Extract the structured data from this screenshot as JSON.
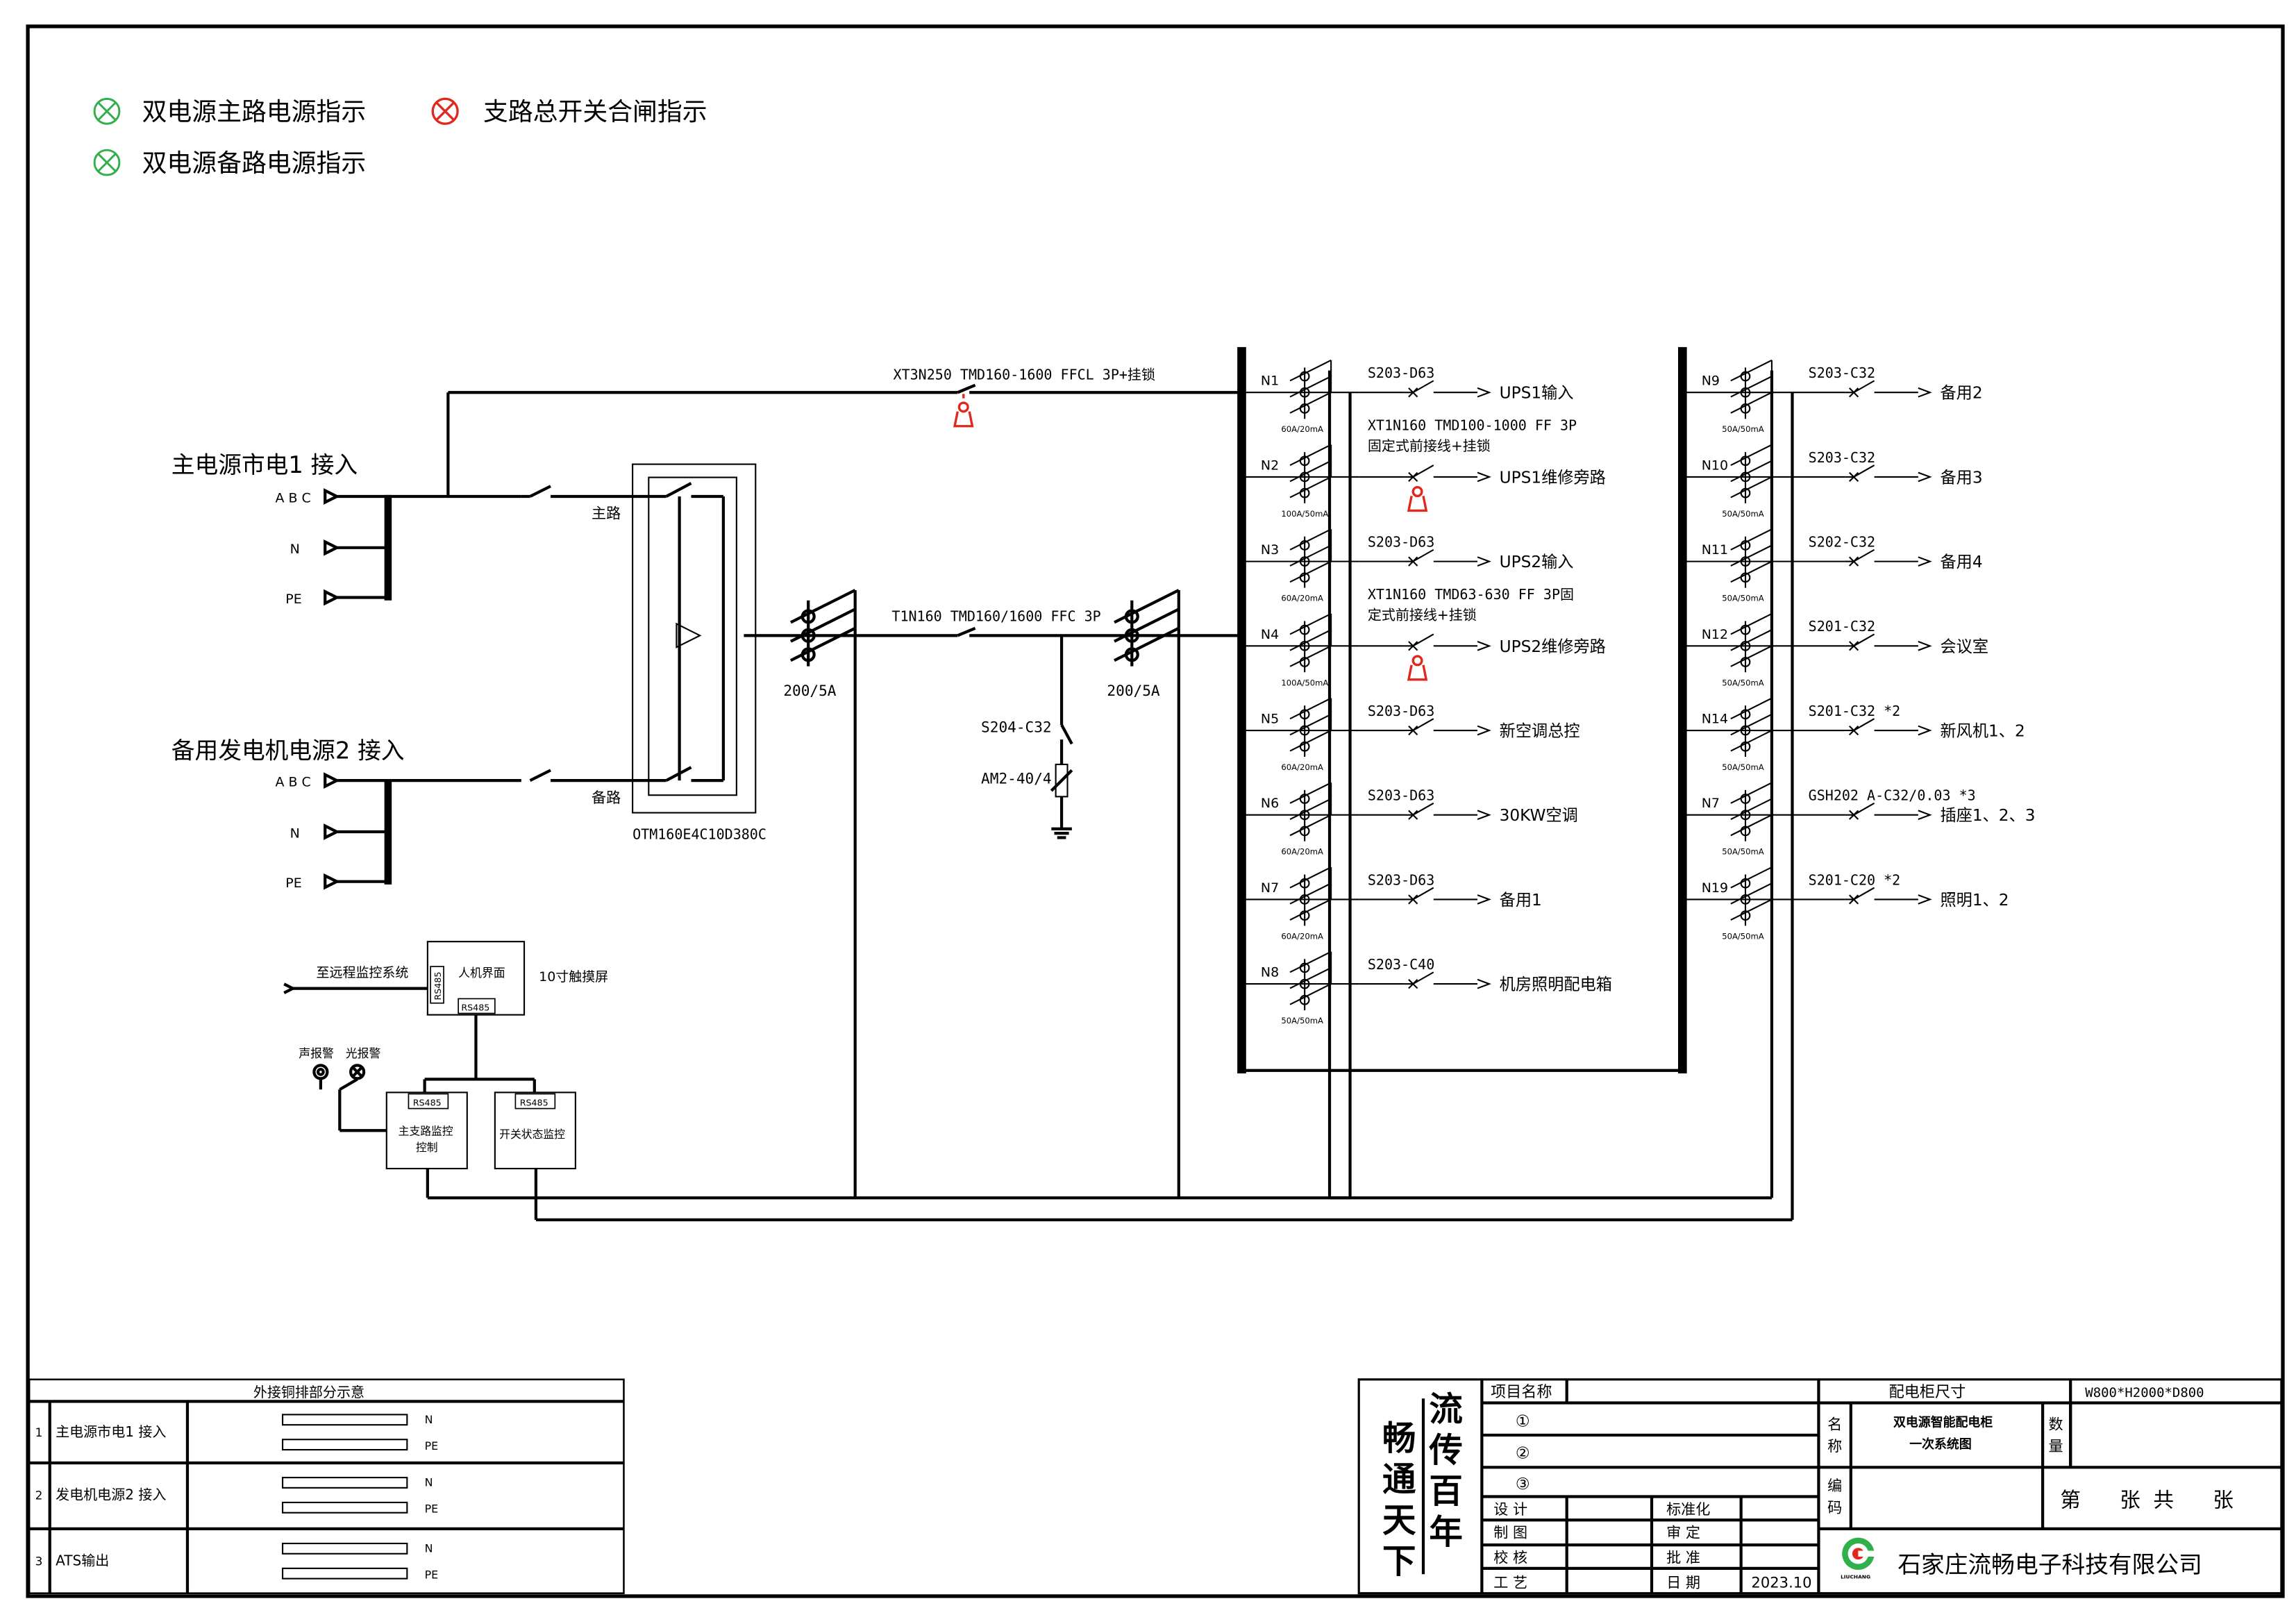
{
  "legend": {
    "main_power": "双电源主路电源指示",
    "backup_power": "双电源备路电源指示",
    "branch_close": "支路总开关合闸指示",
    "green": "#2fb04a",
    "red": "#e0281f"
  },
  "inputs": {
    "main_title": "主电源市电1  接入",
    "backup_title": "备用发电机电源2  接入",
    "abc": "A B C",
    "n": "N",
    "pe": "PE"
  },
  "ats": {
    "main_label": "主路",
    "backup_label": "备路",
    "model": "OTM160E4C10D380C"
  },
  "bypass_breaker": "XT3N250  TMD160-1600  FFCL  3P+挂锁",
  "main_breaker": "T1N160  TMD160/1600  FFC  3P",
  "ct_left": "200/5A",
  "ct_right": "200/5A",
  "spd": {
    "breaker": "S204-C32",
    "arrester": "AM2-40/4"
  },
  "monitoring": {
    "remote": "至远程监控系统",
    "hmi": "人机界面",
    "rs485": "RS485",
    "touch": "10寸触摸屏",
    "sound_alarm": "声报警",
    "light_alarm": "光报警",
    "main_branch_ctrl_1": "主支路监控",
    "main_branch_ctrl_2": "控制",
    "switch_monitor": "开关状态监控"
  },
  "circuits_left": [
    {
      "id": "N1",
      "ct": "60A/20mA",
      "breaker": "S203-D63",
      "dest": "UPS1输入"
    },
    {
      "id": "N2",
      "ct": "100A/50mA",
      "breaker_1": "XT1N160  TMD100-1000  FF  3P",
      "breaker_2": "固定式前接线+挂锁",
      "dest": "UPS1维修旁路"
    },
    {
      "id": "N3",
      "ct": "60A/20mA",
      "breaker": "S203-D63",
      "dest": "UPS2输入"
    },
    {
      "id": "N4",
      "ct": "100A/50mA",
      "breaker_1": "XT1N160  TMD63-630  FF  3P固",
      "breaker_2": "定式前接线+挂锁",
      "dest": "UPS2维修旁路"
    },
    {
      "id": "N5",
      "ct": "60A/20mA",
      "breaker": "S203-D63",
      "dest": "新空调总控"
    },
    {
      "id": "N6",
      "ct": "60A/20mA",
      "breaker": "S203-D63",
      "dest": "30KW空调"
    },
    {
      "id": "N7",
      "ct": "60A/20mA",
      "breaker": "S203-D63",
      "dest": "备用1"
    },
    {
      "id": "N8",
      "ct": "50A/50mA",
      "breaker": "S203-C40",
      "dest": "机房照明配电箱"
    }
  ],
  "circuits_right": [
    {
      "id": "N9",
      "ct": "50A/50mA",
      "breaker": "S203-C32",
      "dest": "备用2"
    },
    {
      "id": "N10",
      "ct": "50A/50mA",
      "breaker": "S203-C32",
      "dest": "备用3"
    },
    {
      "id": "N11",
      "ct": "50A/50mA",
      "breaker": "S202-C32",
      "dest": "备用4"
    },
    {
      "id": "N12",
      "ct": "50A/50mA",
      "breaker": "S201-C32",
      "dest": "会议室"
    },
    {
      "id": "N14",
      "ct": "50A/50mA",
      "breaker": "S201-C32 *2",
      "dest": "新风机1、2"
    },
    {
      "id": "N7",
      "ct": "50A/50mA",
      "breaker": "GSH202 A-C32/0.03 *3",
      "dest": "插座1、2、3"
    },
    {
      "id": "N19",
      "ct": "50A/50mA",
      "breaker": "S201-C20 *2",
      "dest": "照明1、2"
    }
  ],
  "copper_table": {
    "title": "外接铜排部分示意",
    "rows": [
      {
        "no": "1",
        "name": "主电源市电1  接入",
        "a": "N",
        "b": "PE"
      },
      {
        "no": "2",
        "name": "发电机电源2  接入",
        "a": "N",
        "b": "PE"
      },
      {
        "no": "3",
        "name": "ATS输出",
        "a": "N",
        "b": "PE"
      }
    ]
  },
  "title_block": {
    "slogan_1": "畅通天下",
    "slogan_2": "流传百年",
    "project_name": "项目名称",
    "c1": "①",
    "c2": "②",
    "c3": "③",
    "cabinet_size_label": "配电柜尺寸",
    "cabinet_size": "W800*H2000*D800",
    "name_label_1": "名",
    "name_label_2": "称",
    "name_1": "双电源智能配电柜",
    "name_2": "一次系统图",
    "qty_1": "数",
    "qty_2": "量",
    "code_1": "编",
    "code_2": "码",
    "sheet": "第      张  共      张",
    "design": "设    计",
    "drawing": "制    图",
    "check": "校    核",
    "process": "工    艺",
    "standard": "标准化",
    "review": "审    定",
    "approve": "批    准",
    "date_label": "日    期",
    "date": "2023.10",
    "logo_text": "LIUCHANG",
    "company": "石家庄流畅电子科技有限公司"
  }
}
